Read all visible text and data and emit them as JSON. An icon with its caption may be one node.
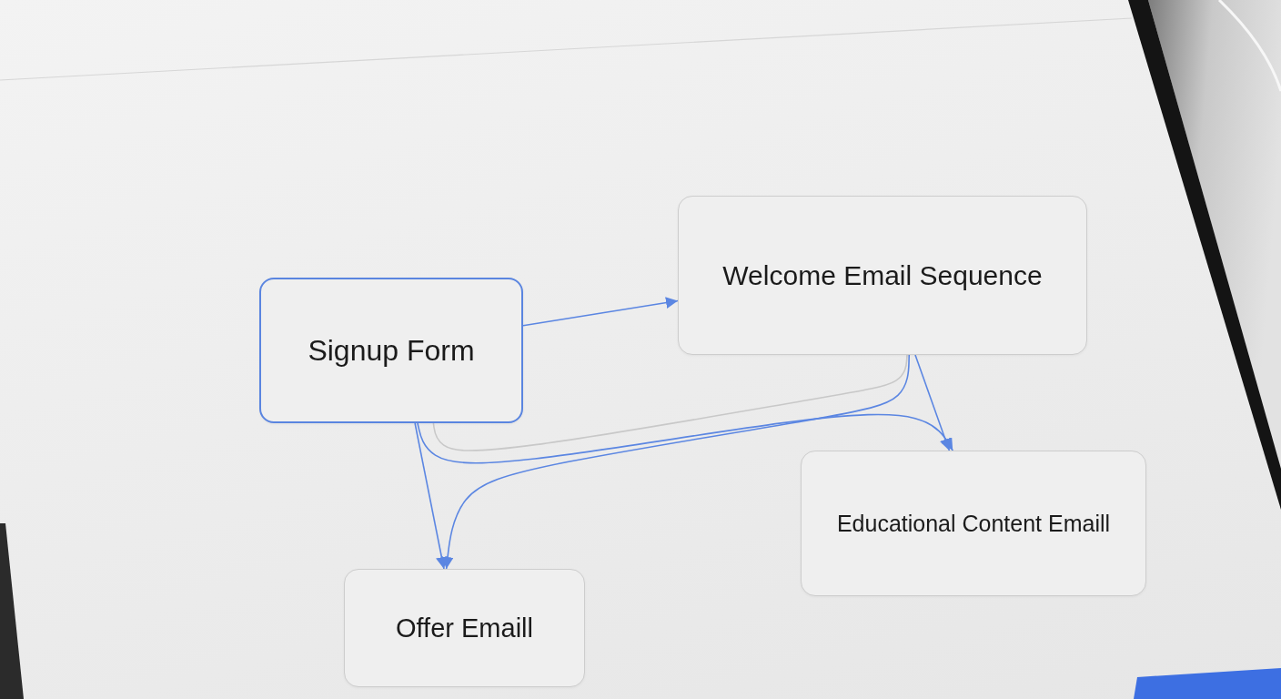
{
  "diagram": {
    "nodes": [
      {
        "text": [
          "Signup Form"
        ]
      },
      {
        "text": [
          "Welcome Email Sequence"
        ]
      },
      {
        "text": [
          "Educational Content Emaill"
        ]
      },
      {
        "text": [
          "Offer Emaill"
        ]
      }
    ],
    "edges": [
      {
        "from": 0,
        "to": 1,
        "arrow": "to"
      },
      {
        "from": 1,
        "to": 2,
        "arrow": "to"
      },
      {
        "from": 0,
        "to": 3,
        "arrow": "to"
      },
      {
        "from": 1,
        "to": 3,
        "arrow": "to"
      },
      {
        "from": 0,
        "to": 2,
        "arrow": "to"
      },
      {
        "from": 0,
        "to": 1,
        "arrow": "none",
        "color": "#c8c8c8"
      }
    ]
  }
}
